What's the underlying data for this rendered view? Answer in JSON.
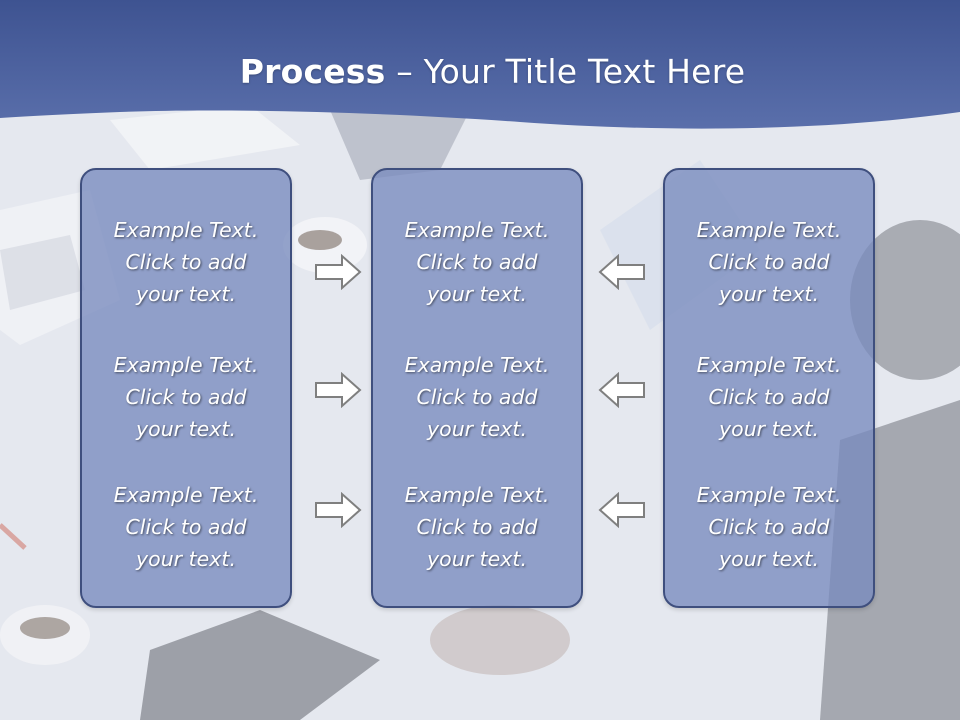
{
  "slide": {
    "title_bold": "Process",
    "title_separator": " – ",
    "title_rest": "Your Title Text Here"
  },
  "columns": [
    {
      "items": [
        {
          "line1": "Example Text.",
          "line2": "Click  to add",
          "line3": "your text."
        },
        {
          "line1": "Example Text.",
          "line2": "Click  to add",
          "line3": "your text."
        },
        {
          "line1": "Example Text.",
          "line2": "Click  to add",
          "line3": "your text."
        }
      ]
    },
    {
      "items": [
        {
          "line1": "Example Text.",
          "line2": "Click  to add",
          "line3": "your text."
        },
        {
          "line1": "Example Text.",
          "line2": "Click  to add",
          "line3": "your text."
        },
        {
          "line1": "Example Text.",
          "line2": "Click  to add",
          "line3": "your text."
        }
      ]
    },
    {
      "items": [
        {
          "line1": "Example Text.",
          "line2": "Click  to add",
          "line3": "your text."
        },
        {
          "line1": "Example Text.",
          "line2": "Click  to add",
          "line3": "your text."
        },
        {
          "line1": "Example Text.",
          "line2": "Click  to add",
          "line3": "your text."
        }
      ]
    }
  ],
  "arrows": {
    "left_to_mid": "arrow-right-icon",
    "right_to_mid": "arrow-left-icon"
  },
  "colors": {
    "header_band": "#4d63a0",
    "box_fill": "#788abe",
    "box_border": "#3f4f7e",
    "text": "#ffffff",
    "arrow_fill": "#ffffff",
    "arrow_stroke": "#7f7f7f"
  }
}
